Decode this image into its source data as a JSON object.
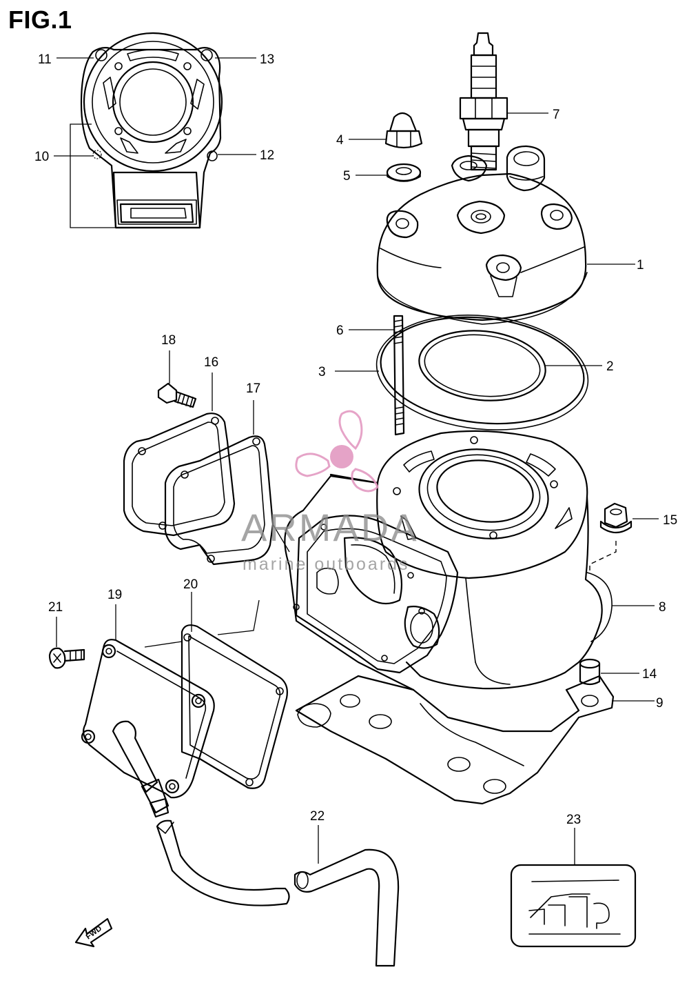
{
  "figure": {
    "title": "FIG.1"
  },
  "callouts": {
    "c1": "1",
    "c2": "2",
    "c3": "3",
    "c4": "4",
    "c5": "5",
    "c6": "6",
    "c7": "7",
    "c8": "8",
    "c9": "9",
    "c10": "10",
    "c11": "11",
    "c12": "12",
    "c13": "13",
    "c14": "14",
    "c15": "15",
    "c16": "16",
    "c17": "17",
    "c18": "18",
    "c19": "19",
    "c20": "20",
    "c21": "21",
    "c22": "22",
    "c23": "23"
  },
  "fwd_arrow": {
    "label": "FWD"
  },
  "watermark": {
    "brand": "ARMADA",
    "tagline": "marine outboards",
    "color": "#e39ac2"
  },
  "label_23": {
    "text": "TIP"
  }
}
